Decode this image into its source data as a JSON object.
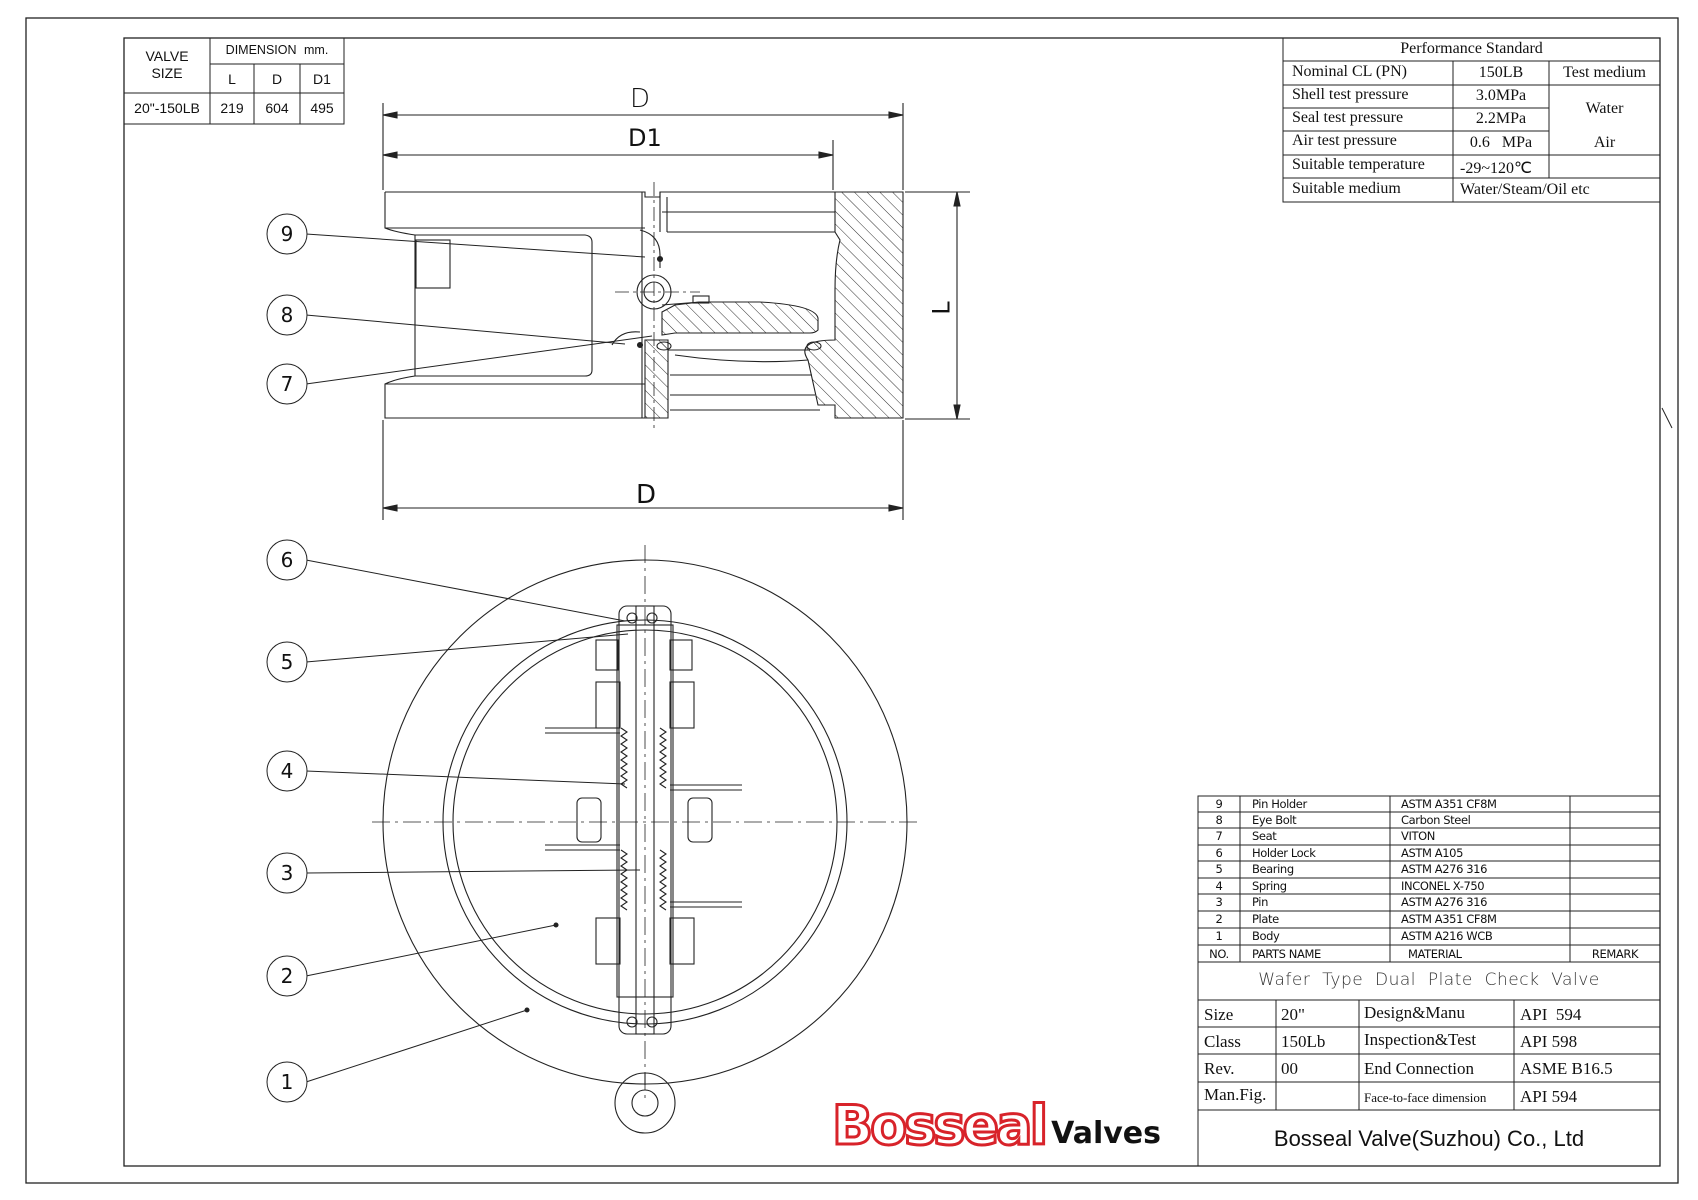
{
  "dimension_table": {
    "valve_size_label": [
      "VALVE",
      "SIZE"
    ],
    "dimension_label": "DIMENSION",
    "unit": "mm.",
    "columns": [
      "L",
      "D",
      "D1"
    ],
    "row": {
      "size": "20\"-150LB",
      "L": "219",
      "D": "604",
      "D1": "495"
    }
  },
  "performance": {
    "title": "Performance Standard",
    "rows": [
      {
        "label": "Nominal CL (PN)",
        "value": "150LB",
        "medium": "Test medium"
      },
      {
        "label": "Shell test pressure",
        "value": "3.0MPa",
        "medium": ""
      },
      {
        "label": "Seal test pressure",
        "value": "2.2MPa",
        "medium": ""
      },
      {
        "label": "Air test pressure",
        "value": "0.6   MPa",
        "medium": "Air"
      },
      {
        "label": "Suitable temperature",
        "value": "-29~120℃",
        "medium": ""
      },
      {
        "label": "Suitable medium",
        "value": "Water/Steam/Oil etc",
        "medium": ""
      }
    ],
    "water_label": "Water"
  },
  "drawing": {
    "dim_D_top": "D",
    "dim_D1": "D1",
    "dim_L": "L",
    "dim_D_bottom": "D",
    "balloons_top": [
      "9",
      "8",
      "7"
    ],
    "balloons_bottom": [
      "6",
      "5",
      "4",
      "3",
      "2",
      "1"
    ]
  },
  "parts_list": {
    "rows": [
      {
        "no": "9",
        "name": "Pin Holder",
        "material": "ASTM  A351  CF8M"
      },
      {
        "no": "8",
        "name": "Eye Bolt",
        "material": "Carbon  Steel"
      },
      {
        "no": "7",
        "name": "Seat",
        "material": "VITON"
      },
      {
        "no": "6",
        "name": "Holder Lock",
        "material": "ASTM  A105"
      },
      {
        "no": "5",
        "name": "Bearing",
        "material": "ASTM  A276  316"
      },
      {
        "no": "4",
        "name": "Spring",
        "material": "INCONEL  X-750"
      },
      {
        "no": "3",
        "name": "Pin",
        "material": "ASTM  A276  316"
      },
      {
        "no": "2",
        "name": "Plate",
        "material": "ASTM  A351  CF8M"
      },
      {
        "no": "1",
        "name": "Body",
        "material": "ASTM  A216  WCB"
      }
    ],
    "header": {
      "no": "NO.",
      "name": "PARTS NAME",
      "material": "MATERIAL",
      "remark": "REMARK"
    }
  },
  "title_block": {
    "product": "Wafer  Type  Dual  Plate  Check  Valve",
    "rows": [
      {
        "k1": "Size",
        "v1": "20\"",
        "k2": "Design&Manu",
        "v2": "API  594"
      },
      {
        "k1": "Class",
        "v1": "150Lb",
        "k2": "Inspection&Test",
        "v2": "API 598"
      },
      {
        "k1": "Rev.",
        "v1": "00",
        "k2": "End Connection",
        "v2": "ASME B16.5"
      },
      {
        "k1": "Man.Fig.",
        "v1": "",
        "k2": "Face-to-face dimension",
        "v2": "API 594"
      }
    ],
    "company": "Bosseal Valve(Suzhou) Co., Ltd"
  },
  "logo": {
    "brand": "Bosseal",
    "suffix": "Valves",
    "brand_color": "#d8232a"
  }
}
